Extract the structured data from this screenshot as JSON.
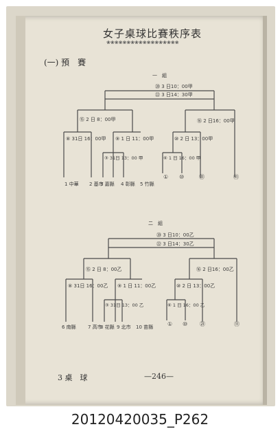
{
  "page": {
    "title": "女子桌球比賽秩序表",
    "title_ornament": "❀❀❀❀❀❀❀❀❀❀❀❀❀❀❀❀❀❀",
    "section": "(一) 預　賽",
    "footer_left": "3 桌　球",
    "footer_page": "—246—"
  },
  "groups": [
    {
      "name": "一　組",
      "final_1": "⑳ 3 日10：00甲",
      "final_2": "㉒ 3 日14：30甲",
      "left_semi": "⑮ 2 日 8：00甲",
      "right_semi": "⑯ 2 日16：00甲",
      "q1": "⑧ 31日 16：00甲",
      "q2": "⑨ 1 日 11：00甲",
      "q3": "③ 31日 13：00 甲",
      "q4": "⑩ 2 日 13：00甲",
      "q5": "⑥ 1 日 16：00 甲",
      "teams": [
        "1 中華",
        "2 基市",
        "3 嘉縣",
        "4 彰縣",
        "5 竹縣"
      ],
      "placeholders": [
        "①",
        "⑩",
        "㉑",
        "⑪"
      ]
    },
    {
      "name": "二　組",
      "final_1": "⑳ 3 日10：00乙",
      "final_2": "㉒ 3 日14：30乙",
      "left_semi": "⑮ 2 日 8：00乙",
      "right_semi": "⑯ 2 日16：00乙",
      "q1": "⑧ 31日 16：00乙",
      "q2": "⑨ 1 日 11：00乙",
      "q3": "③ 31日 13：00 乙",
      "q4": "⑩ 2 日 13：00乙",
      "q5": "⑥ 1 日 16：00 乙",
      "teams": [
        "6 南縣",
        "7 高市",
        "8 花縣",
        "9 北市",
        "10 苗縣"
      ],
      "placeholders": [
        "①",
        "⑩",
        "㉑",
        "⑪"
      ]
    }
  ],
  "caption": "20120420035_P262"
}
